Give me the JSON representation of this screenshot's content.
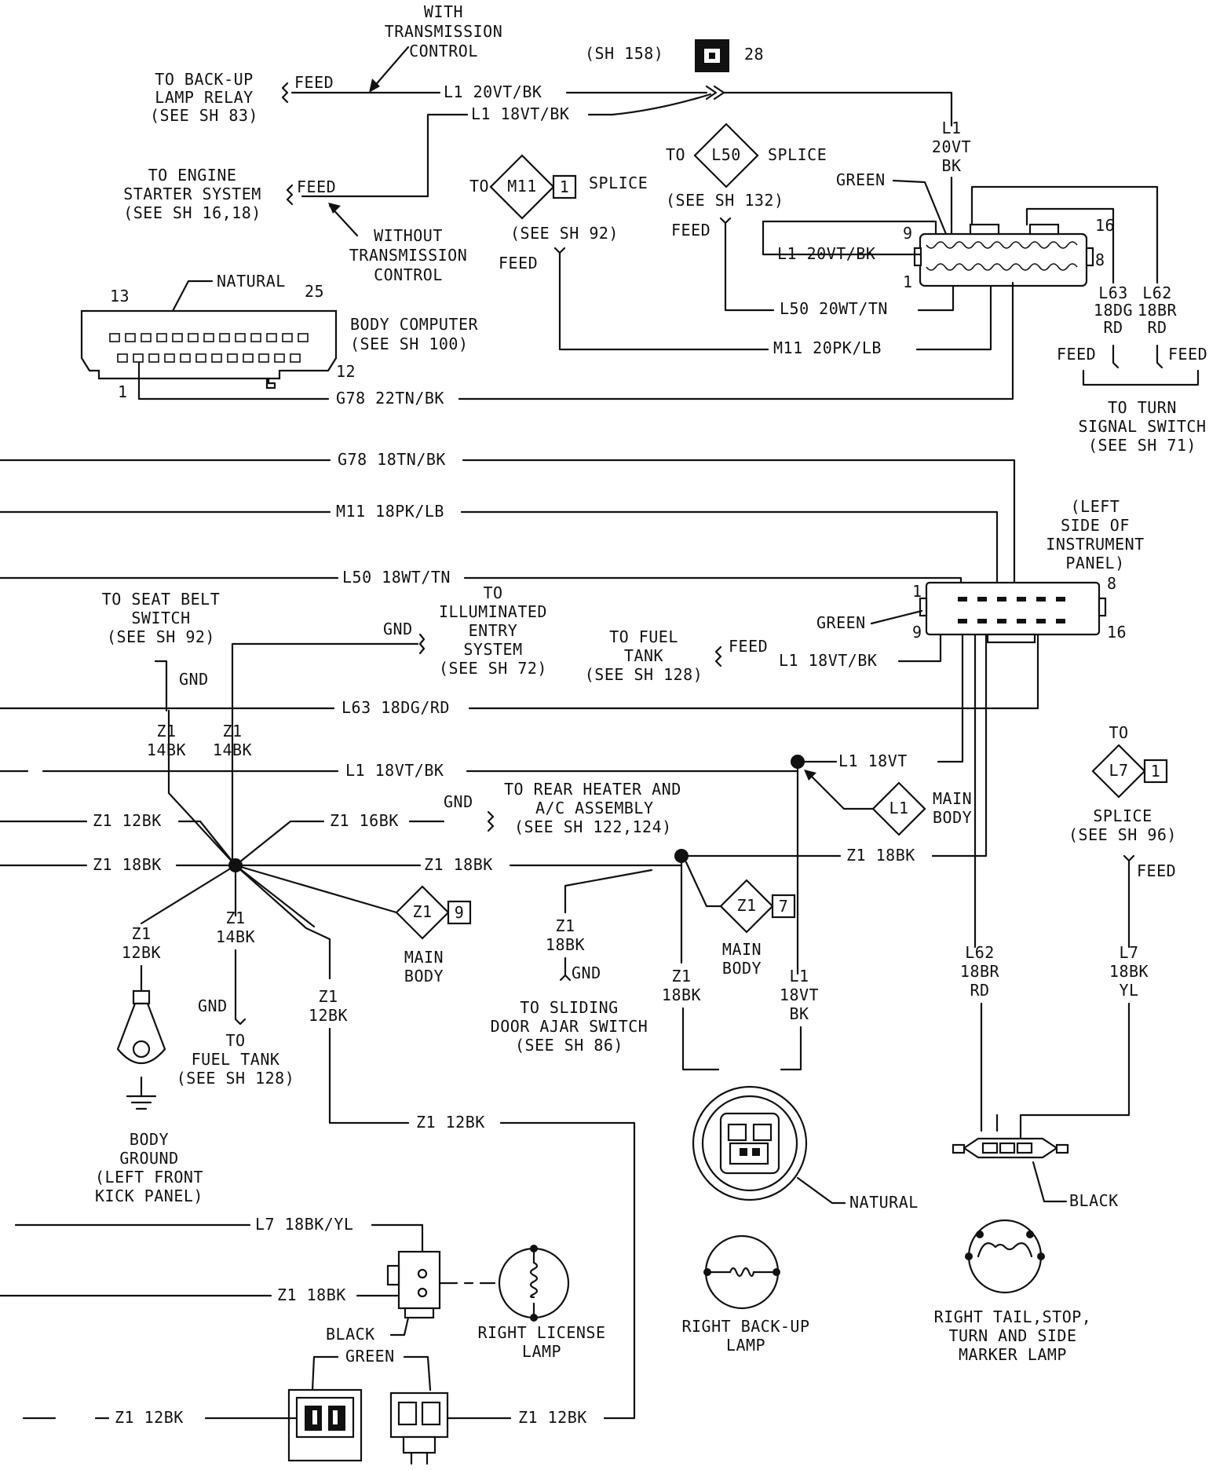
{
  "top": {
    "with_transmission": [
      "WITH",
      "TRANSMISSION",
      "CONTROL"
    ],
    "sh158": "(SH 158)",
    "conn28": "28",
    "backup_relay": [
      "TO BACK-UP",
      "LAMP RELAY",
      "(SEE SH 83)"
    ],
    "feed": "FEED",
    "l1_20vtbk": "L1 20VT/BK",
    "l1_18vtbk": "L1 18VT/BK",
    "engine_starter": [
      "TO ENGINE",
      "STARTER SYSTEM",
      "(SEE SH 16,18)"
    ],
    "without_transmission": [
      "WITHOUT",
      "TRANSMISSION",
      "CONTROL"
    ],
    "to": "TO",
    "splice_word": "SPLICE",
    "splice_m11": {
      "id": "M11",
      "pin": "1",
      "ref": "(SEE SH 92)"
    },
    "splice_l50": {
      "id": "L50",
      "ref": "(SEE SH 132)"
    },
    "m11_20pklb": "M11 20PK/LB",
    "l50_20wttn": "L50 20WT/TN",
    "l1_vertical": [
      "L1",
      "20VT",
      "BK"
    ],
    "green": "GREEN",
    "pins": {
      "p9": "9",
      "p16": "16",
      "p8": "8",
      "p1": "1"
    },
    "l63": [
      "L63",
      "18DG",
      "RD"
    ],
    "l62": [
      "L62",
      "18BR",
      "RD"
    ],
    "turn_signal": [
      "TO TURN",
      "SIGNAL SWITCH",
      "(SEE SH 71)"
    ],
    "natural": "NATURAL",
    "body_computer": {
      "p13": "13",
      "p25": "25",
      "p12": "12",
      "p1": "1",
      "label": [
        "BODY COMPUTER",
        "(SEE SH 100)"
      ]
    },
    "g78_22tnbk": "G78 22TN/BK"
  },
  "mid": {
    "g78_18tnbk": "G78 18TN/BK",
    "m11_18pklb": "M11 18PK/LB",
    "l50_18wttn": "L50 18WT/TN",
    "instrument_panel": [
      "(LEFT",
      "SIDE OF",
      "INSTRUMENT",
      "PANEL)"
    ],
    "pins": {
      "p1": "1",
      "p8": "8",
      "p9": "9",
      "p16": "16"
    },
    "green": "GREEN",
    "seat_belt": [
      "TO SEAT BELT",
      "SWITCH",
      "(SEE SH 92)"
    ],
    "gnd": "GND",
    "illuminated": [
      "TO",
      "ILLUMINATED",
      "ENTRY",
      "SYSTEM",
      "(SEE SH 72)"
    ],
    "fuel_tank_feed": [
      "TO FUEL",
      "TANK",
      "(SEE SH 128)"
    ],
    "feed": "FEED",
    "l1_18vtbk": "L1 18VT/BK",
    "l63_18dgrd": "L63 18DG/RD",
    "z1": "Z1",
    "14bk": "14BK",
    "12bk": "12BK",
    "18bk": "18BK",
    "l1_18vt": "L1 18VT",
    "l1_splice": "L1",
    "main": "MAIN",
    "body": "BODY",
    "z1_12bk": "Z1 12BK",
    "z1_16bk": "Z1 16BK",
    "z1_18bk": "Z1 18BK",
    "rear_heater": [
      "TO REAR HEATER AND",
      "A/C ASSEMBLY",
      "(SEE SH 122,124)"
    ],
    "pin9": "9",
    "pin7": "7",
    "pin1": "1",
    "body_ground": [
      "BODY",
      "GROUND",
      "(LEFT FRONT",
      "KICK PANEL)"
    ],
    "fuel_tank_gnd": [
      "TO",
      "FUEL TANK",
      "(SEE SH 128)"
    ],
    "sliding_door": [
      "TO SLIDING",
      "DOOR AJAR SWITCH",
      "(SEE SH 86)"
    ],
    "l1_vertical": [
      "L1",
      "18VT",
      "BK"
    ],
    "natural": "NATURAL",
    "l62": [
      "L62",
      "18BR",
      "RD"
    ],
    "to": "TO",
    "l7_splice": "L7",
    "splice_word": "SPLICE",
    "splice_l7_ref": "(SEE SH 96)",
    "l7": [
      "L7",
      "18BK",
      "YL"
    ],
    "black": "BLACK"
  },
  "bottom": {
    "l7_18bkyl": "L7 18BK/YL",
    "z1_18bk": "Z1 18BK",
    "black": "BLACK",
    "license_lamp": [
      "RIGHT LICENSE",
      "LAMP"
    ],
    "backup_lamp": [
      "RIGHT BACK-UP",
      "LAMP"
    ],
    "tail_lamp": [
      "RIGHT TAIL,STOP,",
      "TURN AND SIDE",
      "MARKER LAMP"
    ],
    "green": "GREEN",
    "z1_12bk": "Z1 12BK"
  }
}
